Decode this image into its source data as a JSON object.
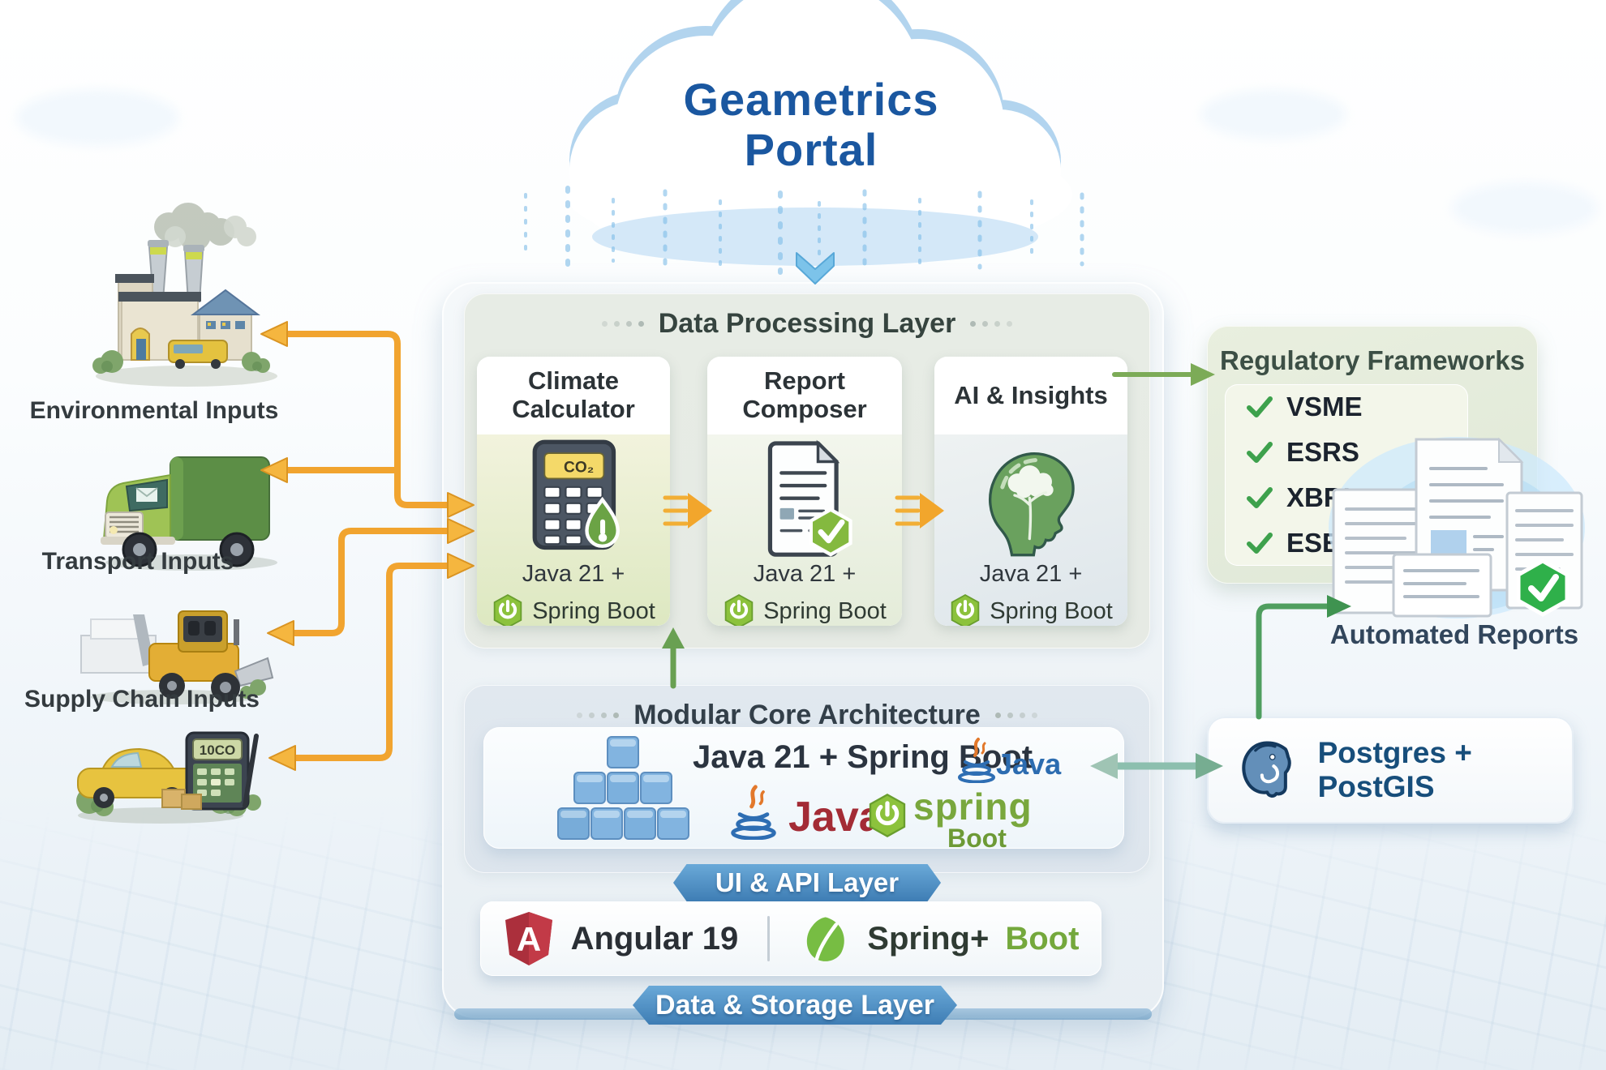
{
  "cloud": {
    "title_line1": "Geametrics",
    "title_line2": "Portal"
  },
  "inputs": {
    "environmental": "Environmental Inputs",
    "transport": "Transport Inputs",
    "supply_chain": "Supply Chain Inputs",
    "meter_display": "10CO"
  },
  "processing": {
    "header": "Data Processing Layer",
    "cards": [
      {
        "title": "Climate Calculator",
        "runtime": "Java 21 +",
        "framework": "Spring Boot",
        "display": "CO₂"
      },
      {
        "title": "Report Composer",
        "runtime": "Java 21 +",
        "framework": "Spring Boot"
      },
      {
        "title": "AI & Insights",
        "runtime": "Java 21 +",
        "framework": "Spring Boot"
      }
    ]
  },
  "core": {
    "header": "Modular Core Architecture",
    "stack": "Java 21 + Spring Boot",
    "java_label_small": "Java",
    "java_label_large": "Java",
    "spring_label": "spring",
    "boot_label": "Boot"
  },
  "ui_api": {
    "badge": "UI & API Layer",
    "angular": "Angular 19",
    "angular_letter": "A",
    "spring": "Spring+",
    "boot": "Boot"
  },
  "storage": {
    "badge": "Data & Storage Layer"
  },
  "regulatory": {
    "title": "Regulatory Frameworks",
    "items": [
      "VSME",
      "ESRS",
      "XBRL",
      "ESEF"
    ]
  },
  "reports": {
    "label": "Automated Reports"
  },
  "database": {
    "label": "Postgres + PostGIS"
  },
  "colors": {
    "title_blue": "#1a57a0",
    "yellow_arrow": "#f1a42f",
    "green_arrow": "#5f9e4c",
    "teal_arrow": "#8cbfae",
    "blue_arrow": "#7cc3ea",
    "badge_blue": "#4d8ec4",
    "spring_green": "#6db33f",
    "angular_red": "#ab2f3c",
    "postgres_blue": "#336791",
    "check_green": "#3da14c"
  }
}
